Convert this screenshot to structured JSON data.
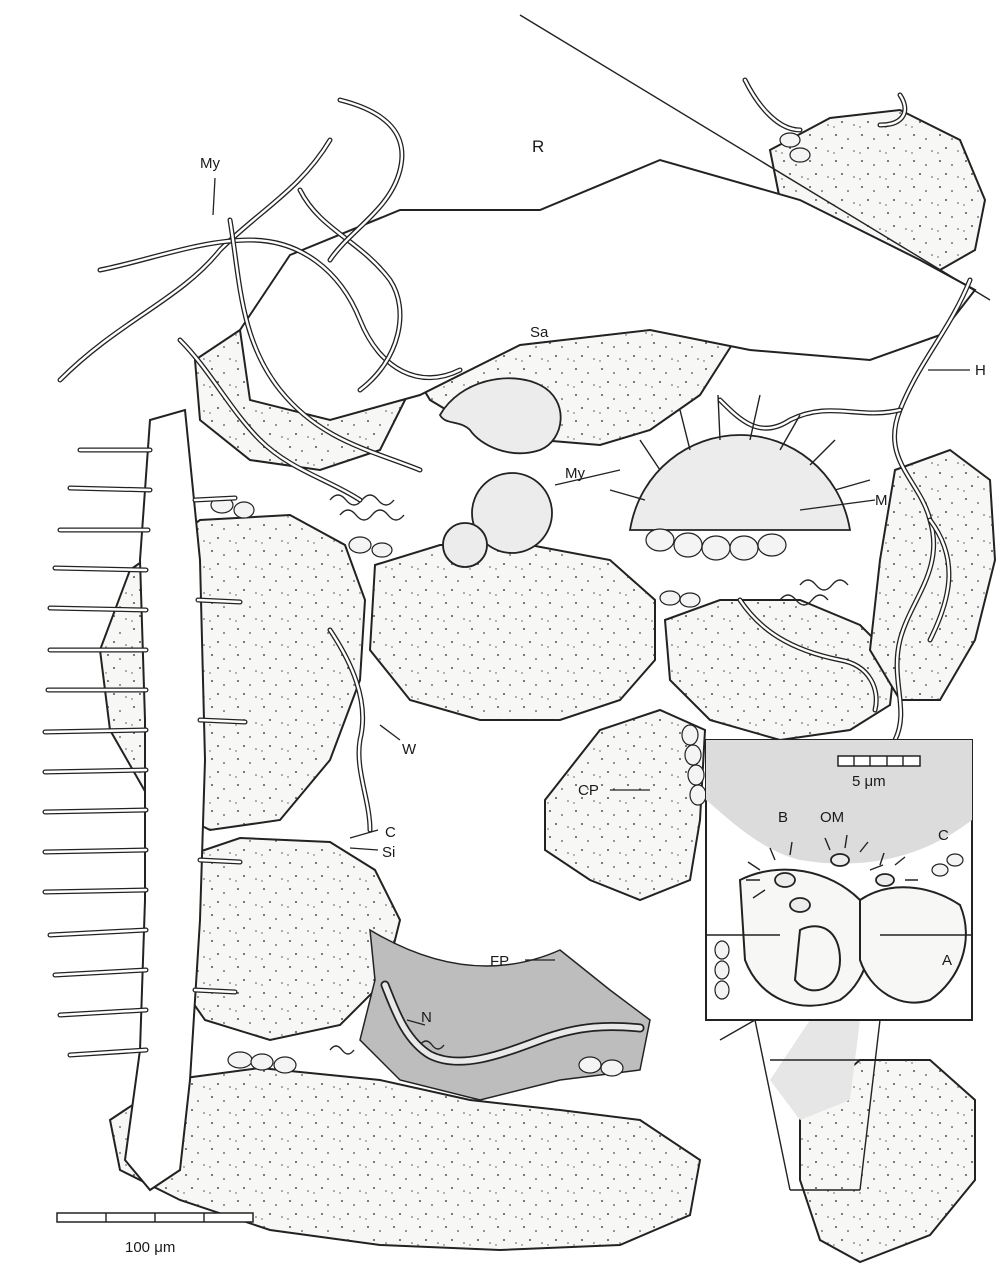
{
  "labels": {
    "root": "R",
    "mycelium_top": "My",
    "sand": "Sa",
    "mycelium_sphere": "My",
    "mite": "M",
    "hypha": "H",
    "water": "W",
    "coarse_pore": "CP",
    "clay": "C",
    "silt": "Si",
    "fine_pore": "FP",
    "nematode": "N",
    "inset_bacteria": "B",
    "inset_organic_matter": "OM",
    "inset_clay": "C",
    "inset_aggregate": "A"
  },
  "scale_bars": {
    "main": "100 μm",
    "inset": "5 μm"
  },
  "colors": {
    "line": "#222222",
    "particle_fill": "#f7f7f5",
    "water_fill": "#bdbdbd"
  }
}
